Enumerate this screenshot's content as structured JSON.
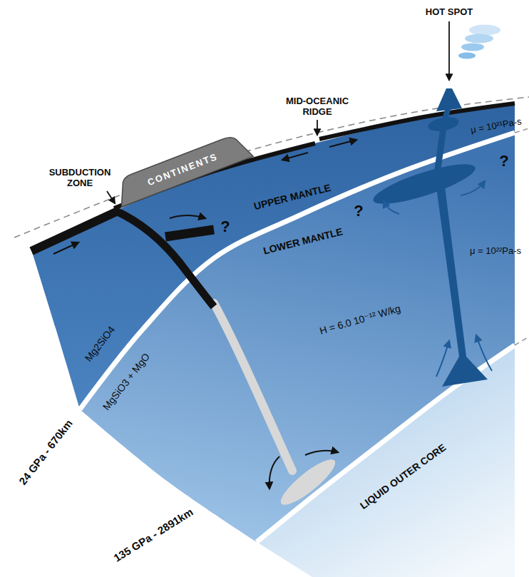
{
  "diagram": {
    "nodes": [
      {
        "text": [
          "CONTINENTS"
        ]
      }
    ],
    "labels": [
      "HOT SPOT",
      "MID-OCEANIC RIDGE",
      "SUBDUCTION ZONE",
      "UPPER MANTLE",
      "LOWER MANTLE",
      "Mg2SiO4",
      "MgSiO3 + MgO",
      "24 GPa - 670km",
      "135 GPa - 2891km",
      "LIQUID OUTER CORE",
      "μ = 10²¹Pa-s",
      "μ = 10²²Pa-s",
      "H = 6.0 10⁻¹² W/kg",
      "?",
      "?",
      "?"
    ]
  }
}
